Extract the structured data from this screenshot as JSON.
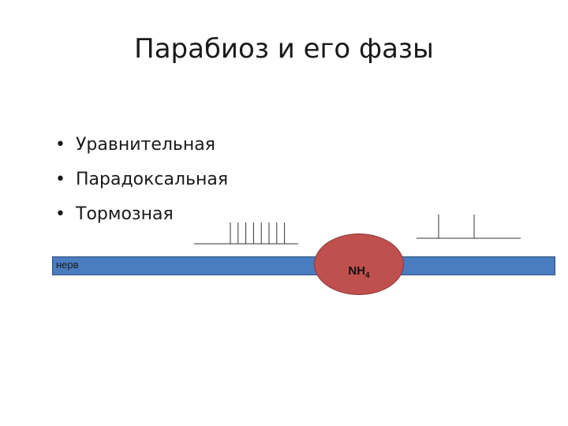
{
  "title": "Парабиоз и его фазы",
  "bullets": [
    {
      "text": "Уравнительная"
    },
    {
      "text": "Парадоксальная"
    },
    {
      "text": "Тормозная"
    }
  ],
  "diagram": {
    "nerve_label": "нерв",
    "block_label": "NH",
    "block_subscript": "4",
    "colors": {
      "nerve": "#4a7cc0",
      "block": "#c0504d"
    },
    "input_spikes": 8,
    "output_spikes": 2
  }
}
